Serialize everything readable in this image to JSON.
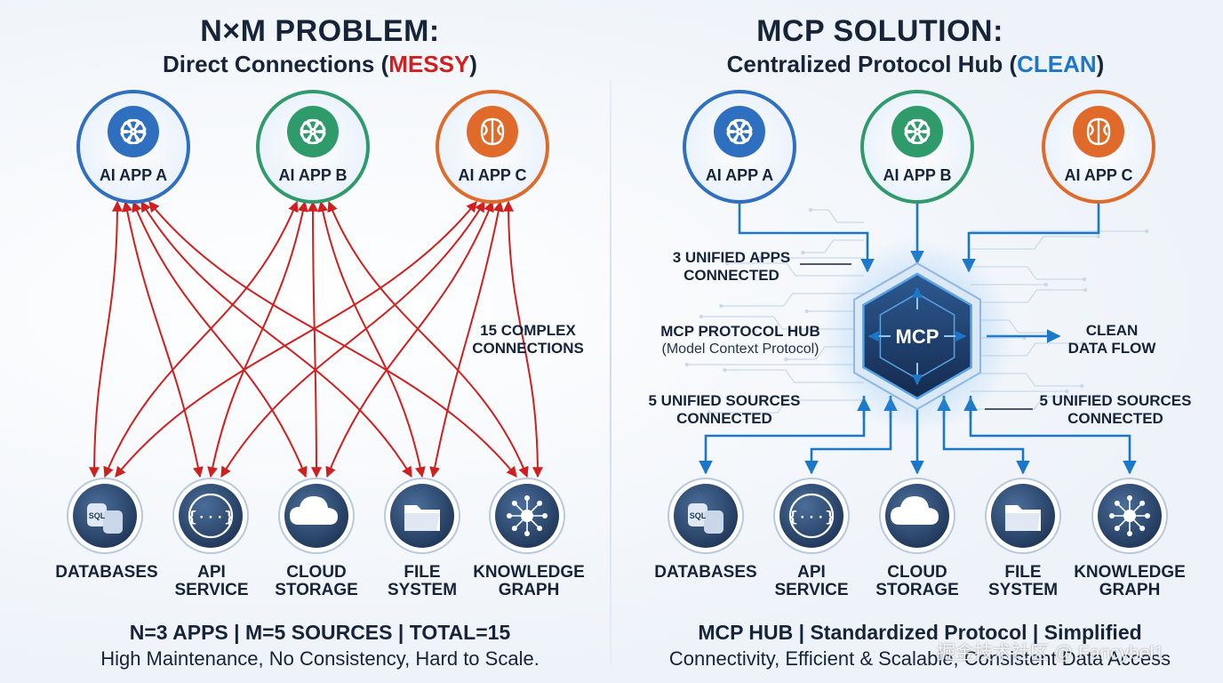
{
  "left": {
    "title": "N×M PROBLEM:",
    "subtitle_pre": "Direct Connections (",
    "subtitle_highlight": "MESSY",
    "subtitle_post": ")",
    "apps": [
      "AI APP A",
      "AI APP B",
      "AI APP C"
    ],
    "sources": [
      {
        "line1": "DATABASES",
        "line2": "",
        "icon": "database-icon"
      },
      {
        "line1": "API",
        "line2": "SERVICE",
        "icon": "api-icon"
      },
      {
        "line1": "CLOUD",
        "line2": "STORAGE",
        "icon": "cloud-icon"
      },
      {
        "line1": "FILE",
        "line2": "SYSTEM",
        "icon": "folder-icon"
      },
      {
        "line1": "KNOWLEDGE",
        "line2": "GRAPH",
        "icon": "graph-icon"
      }
    ],
    "annotation_line1": "15 COMPLEX",
    "annotation_line2": "CONNECTIONS",
    "footer_line1": "N=3 APPS | M=5 SOURCES | TOTAL=15",
    "footer_line2": "High Maintenance, No Consistency, Hard to Scale."
  },
  "right": {
    "title": "MCP SOLUTION:",
    "subtitle_pre": "Centralized Protocol Hub (",
    "subtitle_highlight": "CLEAN",
    "subtitle_post": ")",
    "apps": [
      "AI APP A",
      "AI APP B",
      "AI APP C"
    ],
    "sources": [
      {
        "line1": "DATABASES",
        "line2": "",
        "icon": "database-icon"
      },
      {
        "line1": "API",
        "line2": "SERVICE",
        "icon": "api-icon"
      },
      {
        "line1": "CLOUD",
        "line2": "STORAGE",
        "icon": "cloud-icon"
      },
      {
        "line1": "FILE",
        "line2": "SYSTEM",
        "icon": "folder-icon"
      },
      {
        "line1": "KNOWLEDGE",
        "line2": "GRAPH",
        "icon": "graph-icon"
      }
    ],
    "hub_label": "MCP",
    "apps_connected_line1": "3 UNIFIED APPS",
    "apps_connected_line2": "CONNECTED",
    "hub_title": "MCP PROTOCOL HUB",
    "hub_subtitle": "(Model Context Protocol)",
    "flow_line1": "CLEAN",
    "flow_line2": "DATA FLOW",
    "sources_left_line1": "5 UNIFIED SOURCES",
    "sources_left_line2": "CONNECTED",
    "sources_right_line1": "5 UNIFIED SOURCES",
    "sources_right_line2": "CONNECTED",
    "footer_line1": "MCP HUB | Standardized Protocol | Simplified",
    "footer_line2": "Connectivity, Efficient & Scalable, Consistent Data Access"
  },
  "watermark": "掘金技术社区 @ Fancybel1",
  "colors": {
    "app_a": "#2f6fbf",
    "app_b": "#2f9a6a",
    "app_c": "#e06a2a",
    "messy_red": "#d11f1f",
    "clean_blue": "#1a77c9",
    "source_dark": "#2b4a72"
  }
}
